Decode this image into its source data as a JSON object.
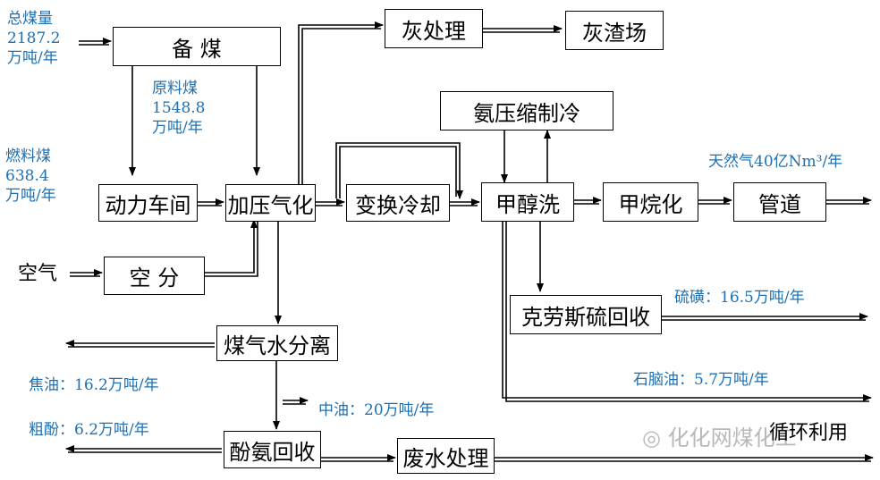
{
  "boxes": {
    "beimei": "备 煤",
    "huichuli": "灰处理",
    "huizhachang": "灰渣场",
    "anyasuo": "氨压缩制冷",
    "dongli": "动力车间",
    "jiaya": "加压气化",
    "bianhuan": "变换冷却",
    "jiachunxi": "甲醇洗",
    "jiawanhua": "甲烷化",
    "guandao": "管道",
    "kongfen": "空 分",
    "kelaosi": "克劳斯硫回收",
    "meiqishui": "煤气水分离",
    "fenanhuishou": "酚氨回收",
    "feishui": "废水处理"
  },
  "labels": {
    "zongmeiliang": [
      "总煤量",
      "2187.2",
      "万吨/年"
    ],
    "yuanliaomei": [
      "原料煤",
      "1548.8",
      "万吨/年"
    ],
    "ranliaomei": [
      "燃料煤",
      "638.4",
      "万吨/年"
    ],
    "kongqi": "空气",
    "tianranqi": "天然气40亿Nm³/年",
    "liuhuang": "硫磺：16.5万吨/年",
    "shinaoyou": "石脑油：5.7万吨/年",
    "jiaoyou": "焦油：16.2万吨/年",
    "zhongyou": "中油：20万吨/年",
    "cufen": "粗酚：6.2万吨/年",
    "xunhuan": "循环利用"
  },
  "watermark": "化化网煤化工",
  "colors": {
    "label": "#1f6fb0",
    "line": "#000000"
  }
}
